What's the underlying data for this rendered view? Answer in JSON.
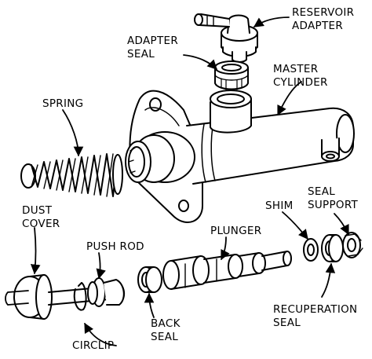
{
  "labels": {
    "reservoir_adapter": [
      "RESERVOIR",
      "ADAPTER"
    ],
    "adapter_seal": [
      "ADAPTER",
      "SEAL"
    ],
    "master_cylinder": [
      "MASTER",
      "CYLINDER"
    ],
    "spring": "SPRING",
    "dust_cover": [
      "DUST",
      "COVER"
    ],
    "push_rod": "PUSH ROD",
    "plunger": "PLUNGER",
    "shim": "SHIM",
    "seal_support": [
      "SEAL",
      "SUPPORT"
    ],
    "back_seal": [
      "BACK",
      "SEAL"
    ],
    "recuperation_seal": [
      "RECUPERATION",
      "SEAL"
    ],
    "circlip": "CIRCLIP"
  }
}
